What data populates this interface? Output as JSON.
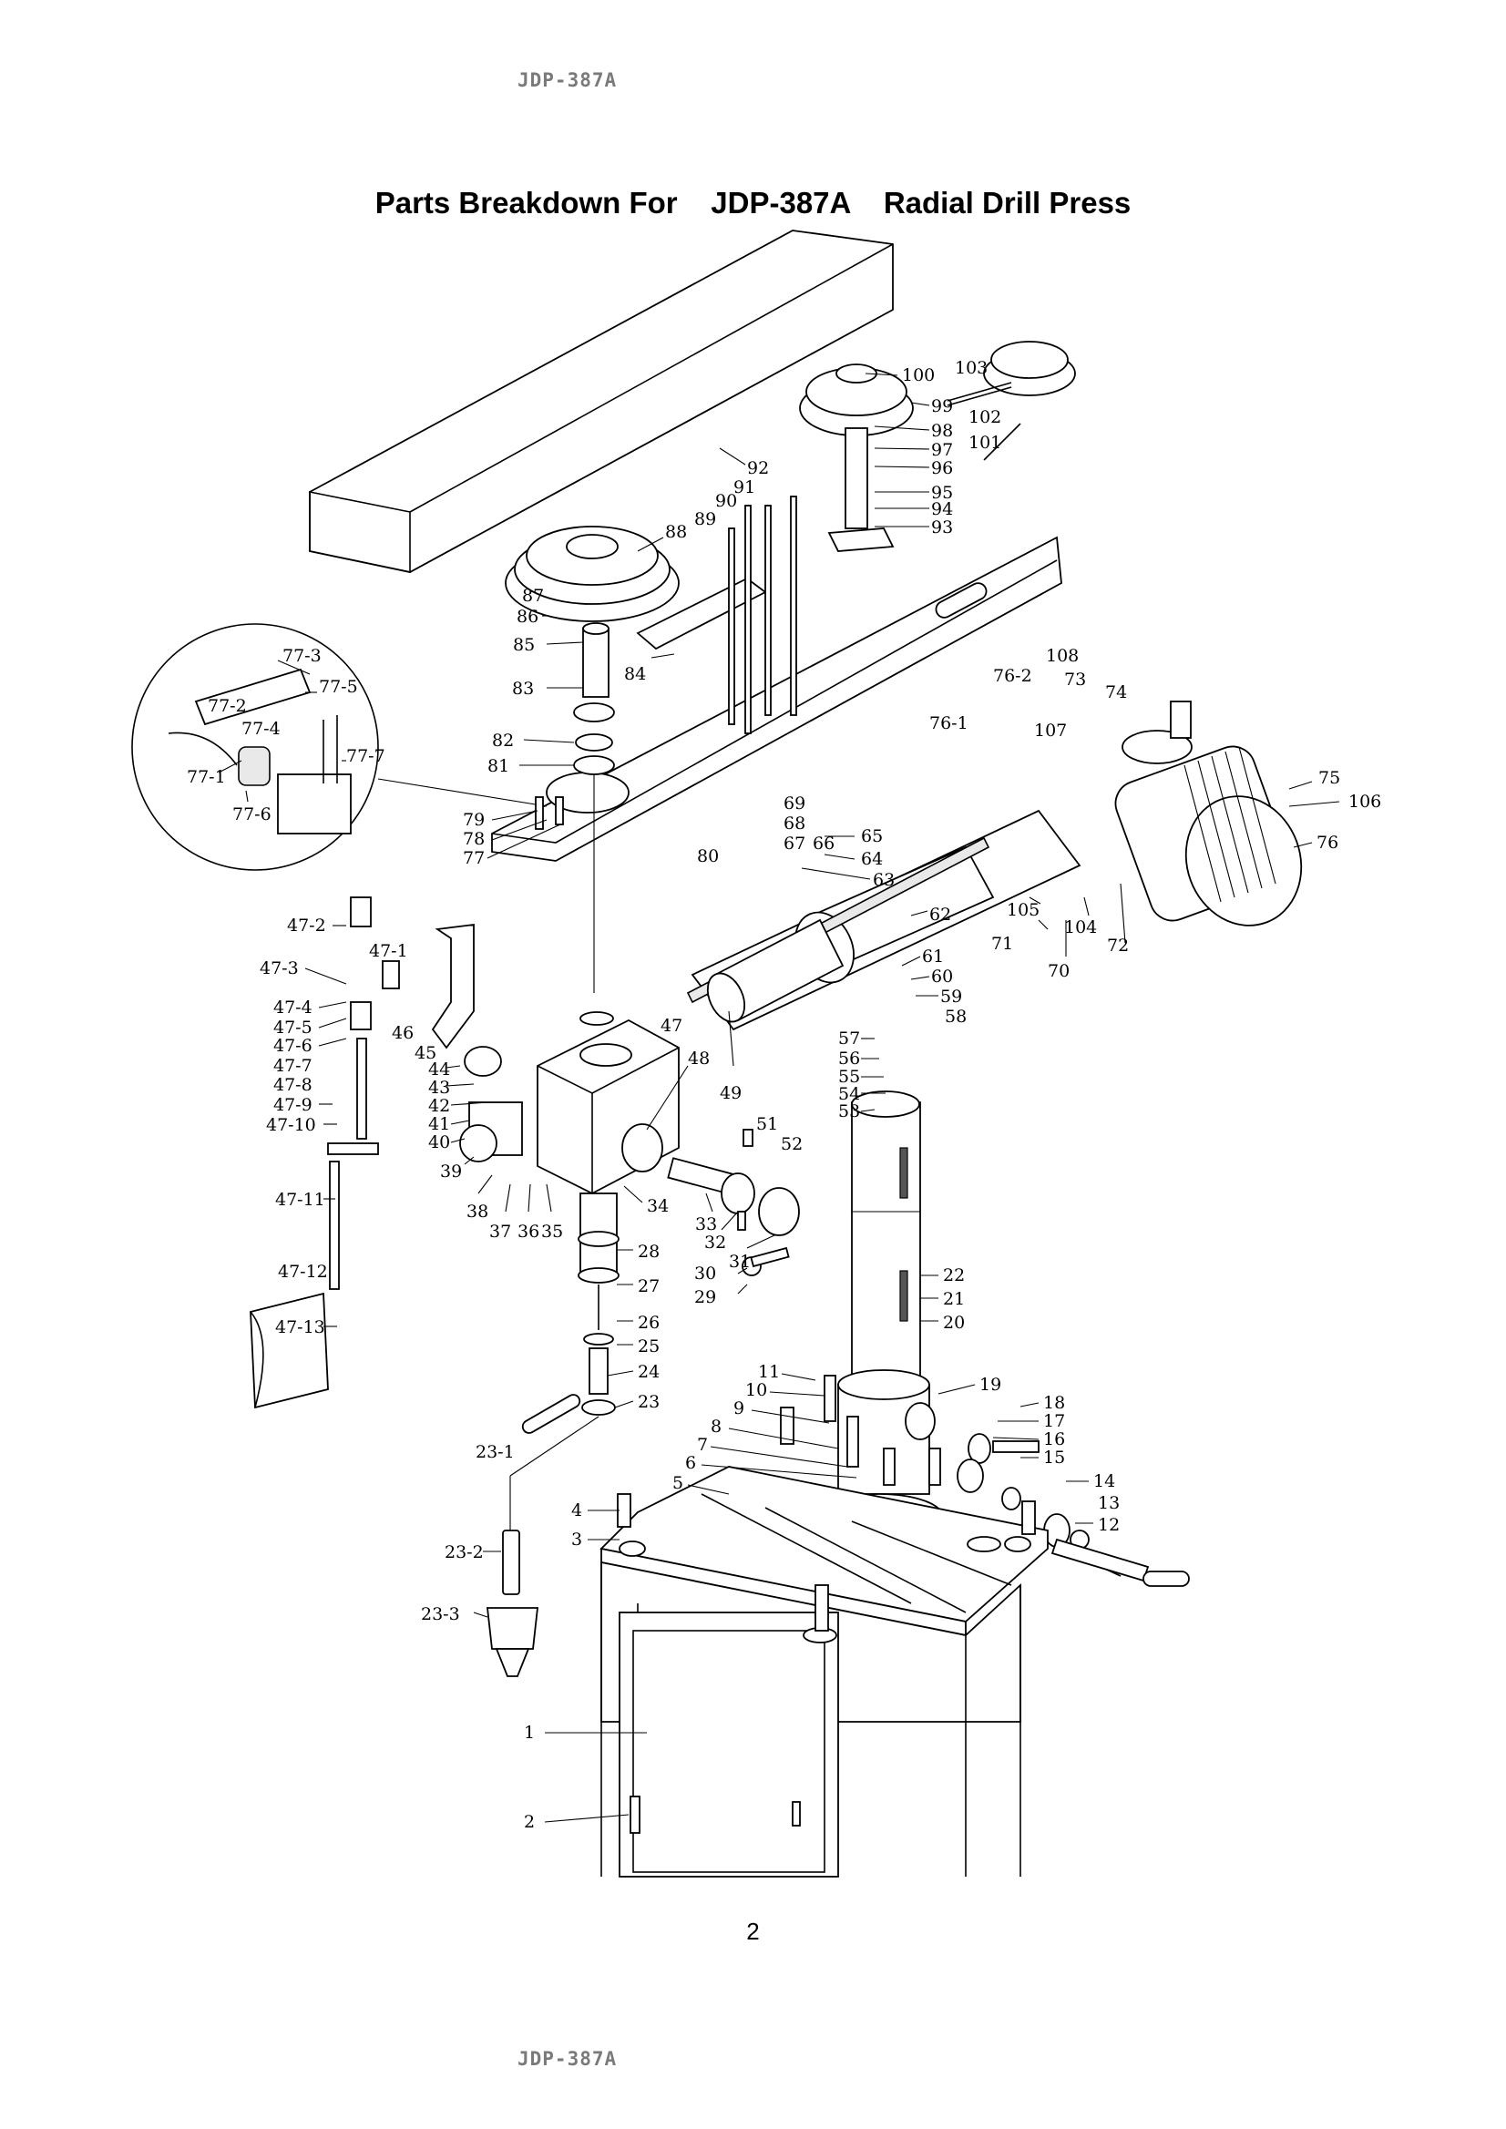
{
  "header_mark": "JDP-387A",
  "title": "Parts Breakdown For    JDP-387A    Radial Drill Press",
  "page_number": "2",
  "callouts": [
    "100",
    "103",
    "99",
    "102",
    "98",
    "101",
    "97",
    "96",
    "92",
    "91",
    "95",
    "90",
    "94",
    "89",
    "93",
    "88",
    "87",
    "86",
    "85",
    "84",
    "83",
    "82",
    "81",
    "79",
    "78",
    "77",
    "77-3",
    "77-2",
    "77-4",
    "77-5",
    "77-1",
    "77-7",
    "77-6",
    "108",
    "76-2",
    "73",
    "74",
    "107",
    "76-1",
    "75",
    "106",
    "76",
    "69",
    "68",
    "67",
    "66",
    "65",
    "80",
    "64",
    "63",
    "62",
    "105",
    "104",
    "71",
    "72",
    "70",
    "47-2",
    "47-1",
    "47-3",
    "47-4",
    "47-5",
    "47-6",
    "47-7",
    "47-8",
    "47-9",
    "47-10",
    "47-11",
    "47-12",
    "47-13",
    "46",
    "45",
    "44",
    "43",
    "42",
    "41",
    "40",
    "39",
    "38",
    "37",
    "36",
    "35",
    "34",
    "33",
    "32",
    "31",
    "30",
    "29",
    "28",
    "27",
    "26",
    "25",
    "24",
    "23",
    "23-1",
    "23-2",
    "23-3",
    "47",
    "48",
    "49",
    "51",
    "52",
    "61",
    "60",
    "59",
    "58",
    "57",
    "56",
    "55",
    "54",
    "53",
    "22",
    "21",
    "20",
    "19",
    "18",
    "17",
    "16",
    "15",
    "14",
    "13",
    "12",
    "11",
    "10",
    "9",
    "8",
    "7",
    "6",
    "5",
    "4",
    "3",
    "2",
    "1"
  ]
}
